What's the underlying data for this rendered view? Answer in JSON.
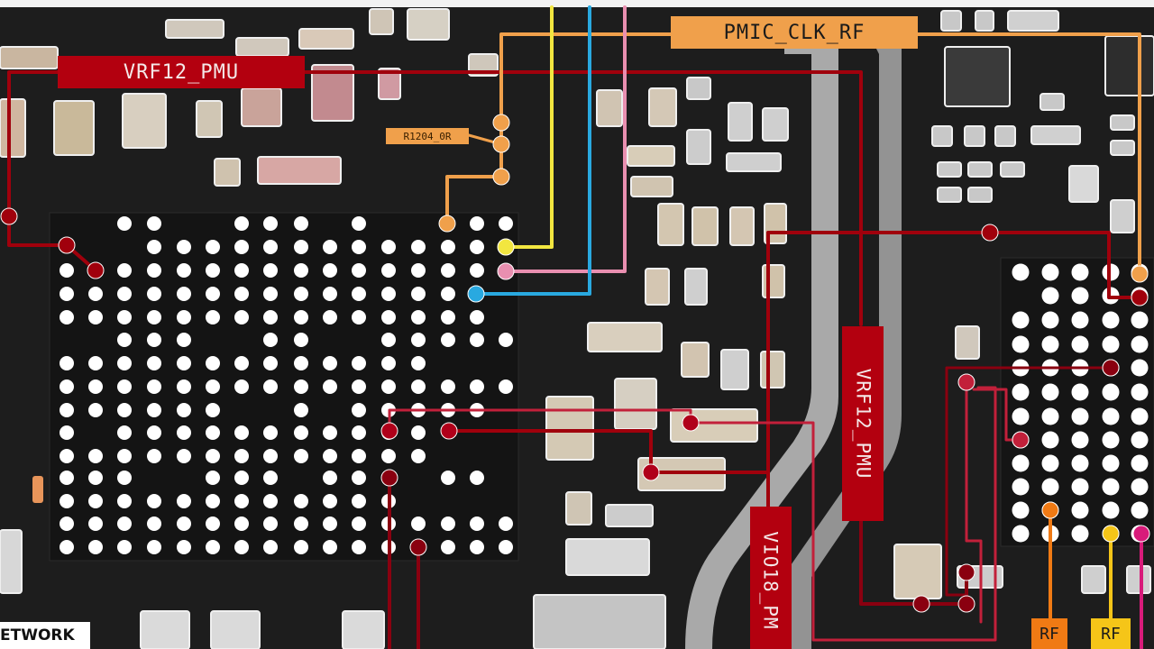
{
  "labels": {
    "vrf12_pmu_top": "VRF12_PMU",
    "pmic_clk_rf": "PMIC_CLK_RF",
    "r1204": "R1204_0R",
    "vrf12_pmu_vertical": "VRF12_PMU",
    "vio18_pmu": "VIO18_PM",
    "network": "ETWORK",
    "rf_orange": "RF",
    "rf_yellow": "RF"
  },
  "colors": {
    "board": "#1c1c1c",
    "trace_red": "#a0000c",
    "trace_dark_red": "#8a0010",
    "trace_orange": "#f0a04b",
    "trace_yellow": "#f2e640",
    "trace_cyan": "#29a9e0",
    "trace_pink": "#e98fb0",
    "pad_white": "#ffffff",
    "label_red": "#b3000f",
    "label_orange": "#f0a04b",
    "rf_orange": "#f07a14",
    "rf_yellow": "#f5c518",
    "rf_magenta": "#d81b7a"
  }
}
